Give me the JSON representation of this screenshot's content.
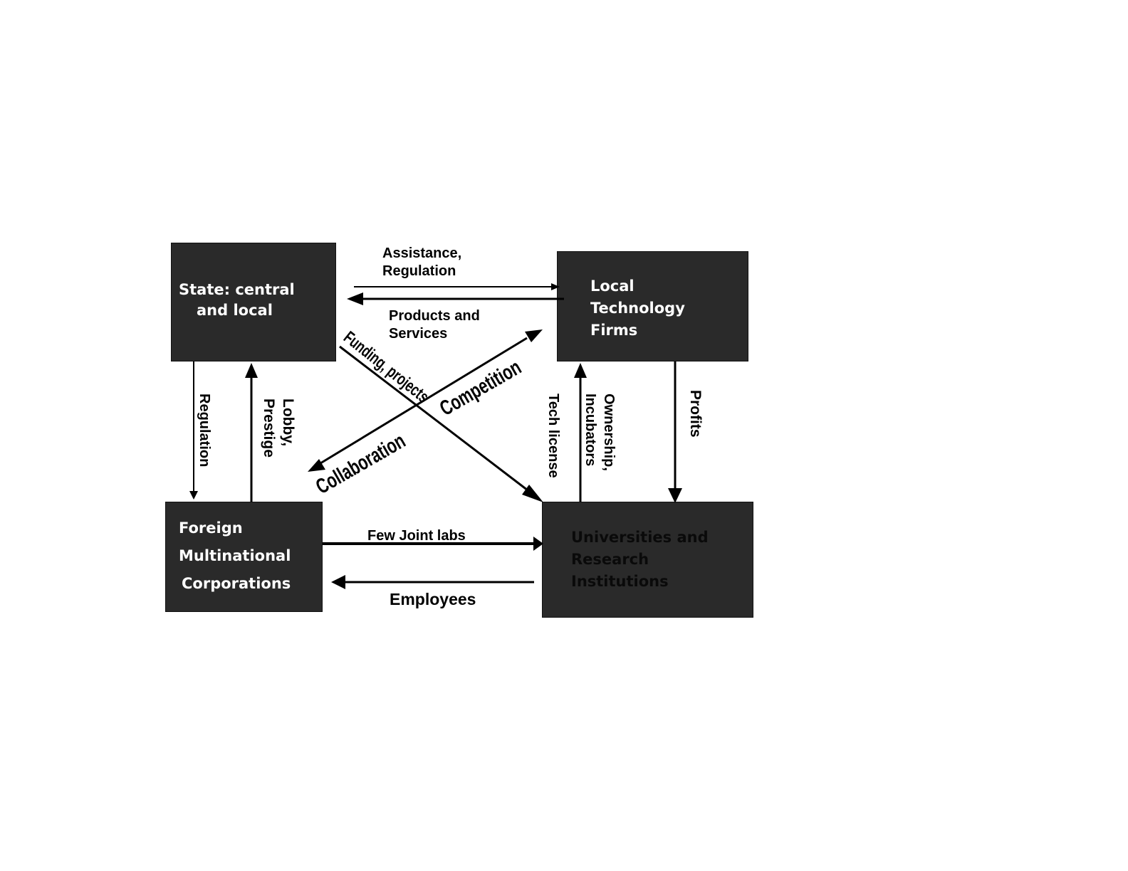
{
  "nodes": {
    "state": {
      "lines": [
        "State: central",
        "and local"
      ]
    },
    "local_firms": {
      "lines": [
        "Local",
        "Technology",
        "Firms"
      ]
    },
    "foreign_mnc": {
      "lines": [
        "Foreign",
        "Multinational",
        "Corporations"
      ]
    },
    "universities": {
      "lines": [
        "Universities and",
        "Research",
        "Institutions"
      ]
    }
  },
  "edges": {
    "assistance_regulation": [
      "Assistance,",
      "Regulation"
    ],
    "products_services": [
      "Products and",
      "Services"
    ],
    "funding_projects": "Funding, projects",
    "competition": "Competition",
    "collaboration": "Collaboration",
    "regulation": "Regulation",
    "lobby_prestige": [
      "Lobby,",
      "Prestige"
    ],
    "tech_license": "Tech license",
    "ownership_incubators": [
      "Ownership,",
      "Incubators"
    ],
    "profits": "Profits",
    "few_joint_labs": "Few Joint labs",
    "employees": "Employees"
  }
}
